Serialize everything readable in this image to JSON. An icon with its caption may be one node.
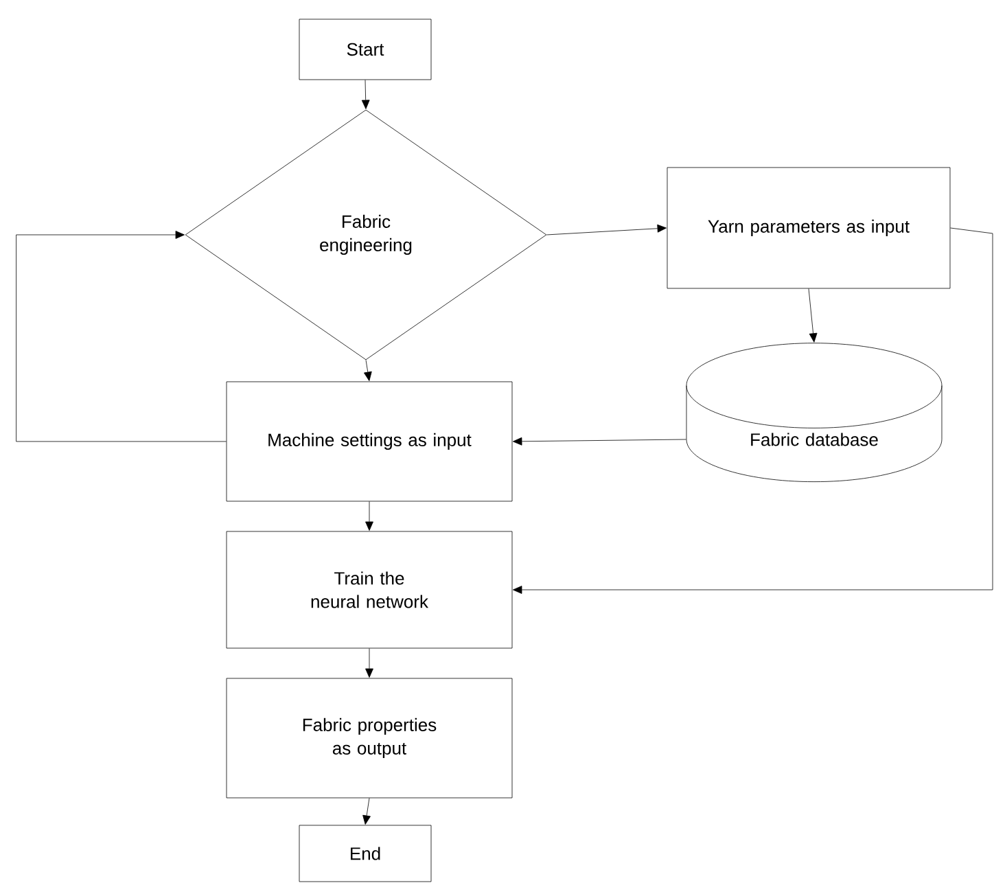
{
  "diagram": {
    "nodes": [
      {
        "text": [
          "Start"
        ]
      },
      {
        "text": [
          "Fabric engineering"
        ]
      },
      {
        "text": [
          "Yarn parameters as input"
        ]
      },
      {
        "text": [
          "Machine settings as input"
        ]
      },
      {
        "text": [
          "Fabric database"
        ]
      },
      {
        "text": [
          "Train the neural network"
        ]
      },
      {
        "text": [
          "Fabric properties as output"
        ]
      },
      {
        "text": [
          "End"
        ]
      }
    ],
    "edges": [
      {
        "from": 0,
        "to": 1,
        "arrow": "to"
      },
      {
        "from": 1,
        "to": 2,
        "arrow": "to"
      },
      {
        "from": 2,
        "to": 4,
        "arrow": "to"
      },
      {
        "from": 4,
        "to": 3,
        "arrow": "to"
      },
      {
        "from": 1,
        "to": 3,
        "arrow": "to"
      },
      {
        "from": 3,
        "to": 1,
        "arrow": "to"
      },
      {
        "from": 3,
        "to": 5,
        "arrow": "to"
      },
      {
        "from": 5,
        "to": 6,
        "arrow": "to"
      },
      {
        "from": 6,
        "to": 7,
        "arrow": "to"
      },
      {
        "from": 2,
        "to": 5,
        "arrow": "to"
      }
    ]
  }
}
